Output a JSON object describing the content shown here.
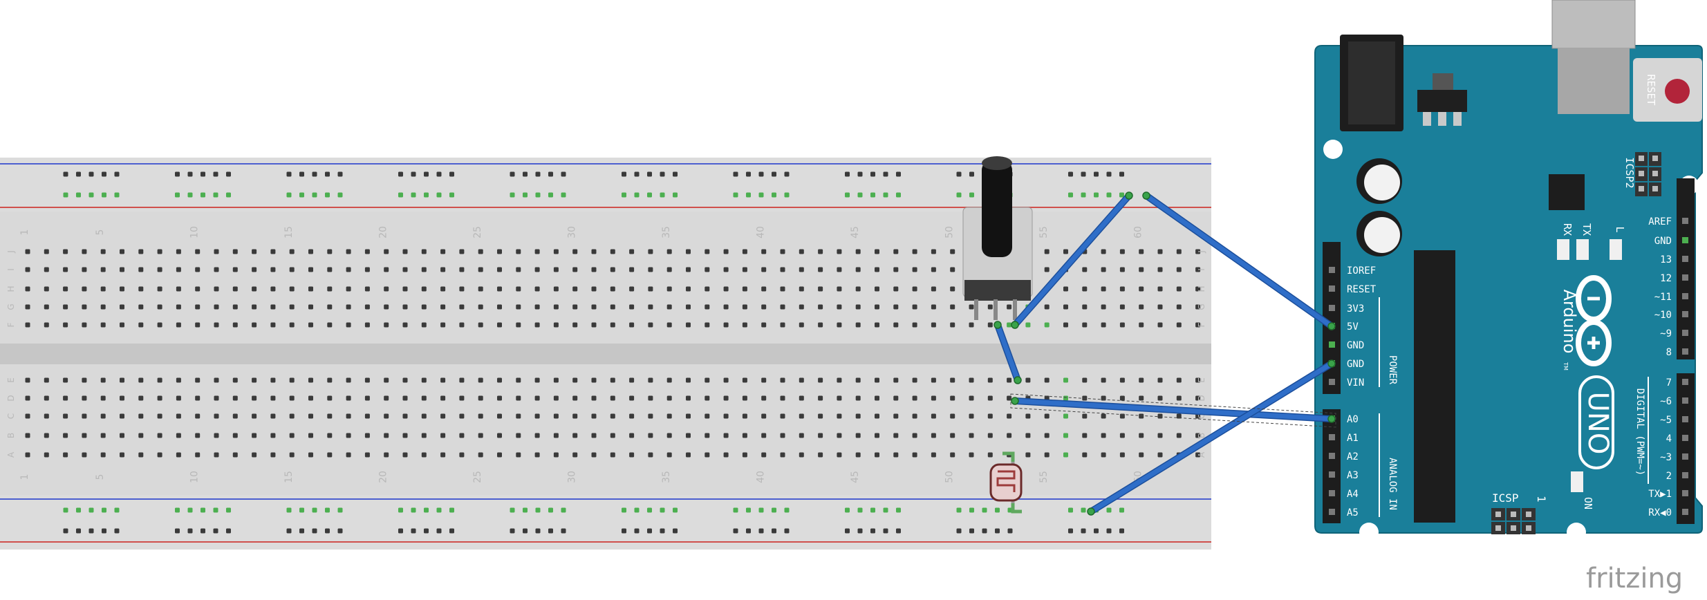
{
  "breadboard": {
    "column_numbers": [
      "1",
      "5",
      "10",
      "15",
      "20",
      "25",
      "30",
      "35",
      "40",
      "45",
      "50",
      "55",
      "60"
    ],
    "rows_top": [
      "J",
      "I",
      "H",
      "G",
      "F"
    ],
    "rows_bottom": [
      "E",
      "D",
      "C",
      "B",
      "A"
    ]
  },
  "arduino": {
    "reset_label": "RESET",
    "icsp2_label": "ICSP2",
    "icsp_label": "ICSP",
    "icsp_pin1": "1",
    "led_labels": [
      "L",
      "TX",
      "RX"
    ],
    "on_label": "ON",
    "brand_name": "Arduino",
    "trademark": "TM",
    "model_name": "UNO",
    "power_header_title": "POWER",
    "analog_header_title": "ANALOG IN",
    "digital_header_title": "DIGITAL (PWM=~)",
    "power_pins": [
      "IOREF",
      "RESET",
      "3V3",
      "5V",
      "GND",
      "GND",
      "VIN"
    ],
    "analog_pins": [
      "A0",
      "A1",
      "A2",
      "A3",
      "A4",
      "A5"
    ],
    "digital_pins_top": [
      "AREF",
      "GND",
      "13",
      "12",
      "~11",
      "~10",
      "~9",
      "8"
    ],
    "digital_pins_bottom": [
      "7",
      "~6",
      "~5",
      "4",
      "~3",
      "2",
      "TX▶1",
      "RX◀0"
    ]
  },
  "components": {
    "potentiometer": "potentiometer",
    "photoresistor": "photoresistor"
  },
  "wire_color": "#2f6ec8",
  "board_color": "#1a7f9a",
  "watermark": "fritzing"
}
